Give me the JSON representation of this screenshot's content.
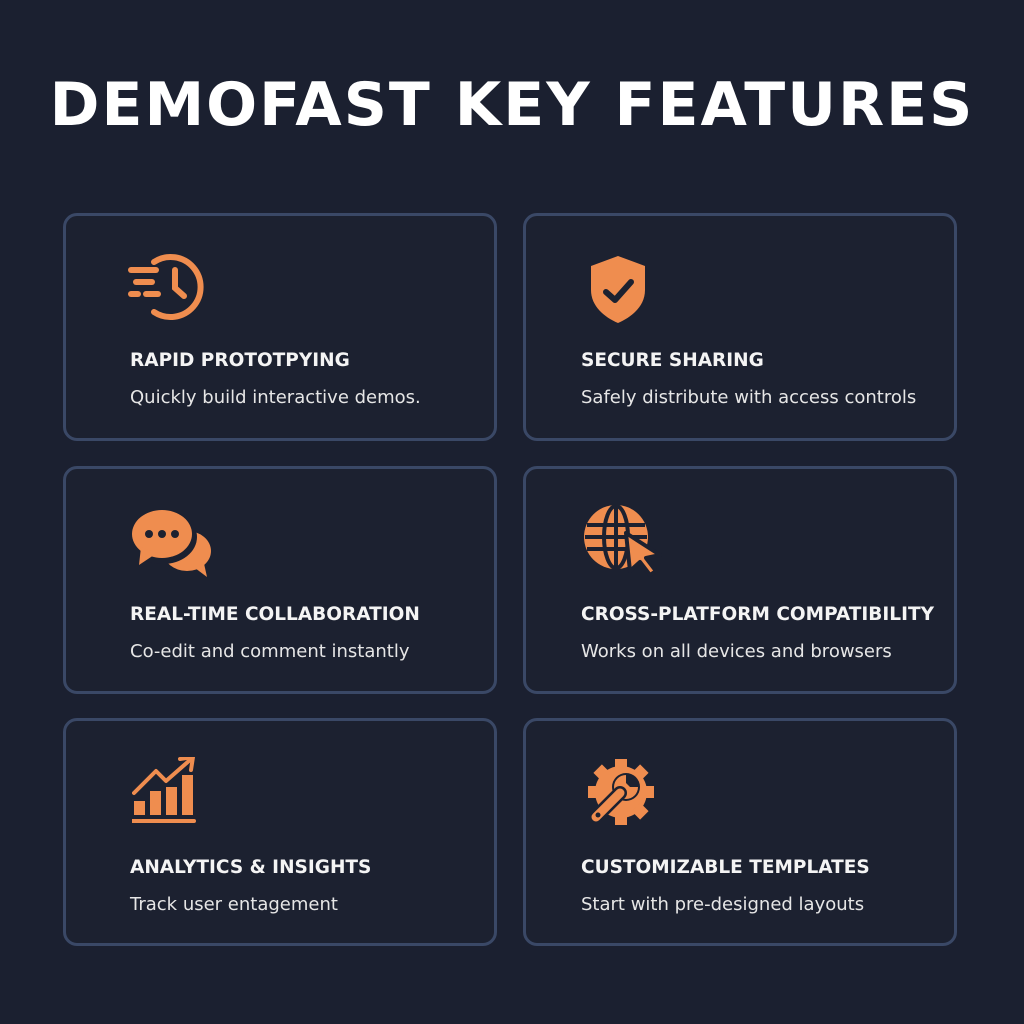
{
  "header": {
    "title": "DEMOFAST KEY FEATURES"
  },
  "theme": {
    "background": "#1b2030",
    "card_border": "#3a4866",
    "accent": "#ef8d4f",
    "text": "#f4f4f4"
  },
  "features": [
    {
      "icon": "fast-clock-icon",
      "title": "RAPID PROTOTPYING",
      "description": "Quickly build interactive demos."
    },
    {
      "icon": "shield-check-icon",
      "title": "SECURE SHARING",
      "description": "Safely distribute with access controls"
    },
    {
      "icon": "chat-bubbles-icon",
      "title": "REAL-TIME COLLABORATION",
      "description": "Co-edit and comment instantly"
    },
    {
      "icon": "globe-cursor-icon",
      "title": "CROSS-PLATFORM COMPATIBILITY",
      "description": "Works on all devices and browsers"
    },
    {
      "icon": "bar-chart-trend-icon",
      "title": "ANALYTICS & INSIGHTS",
      "description": "Track user entagement"
    },
    {
      "icon": "gear-wrench-icon",
      "title": "CUSTOMIZABLE TEMPLATES",
      "description": "Start with pre-designed layouts"
    }
  ]
}
